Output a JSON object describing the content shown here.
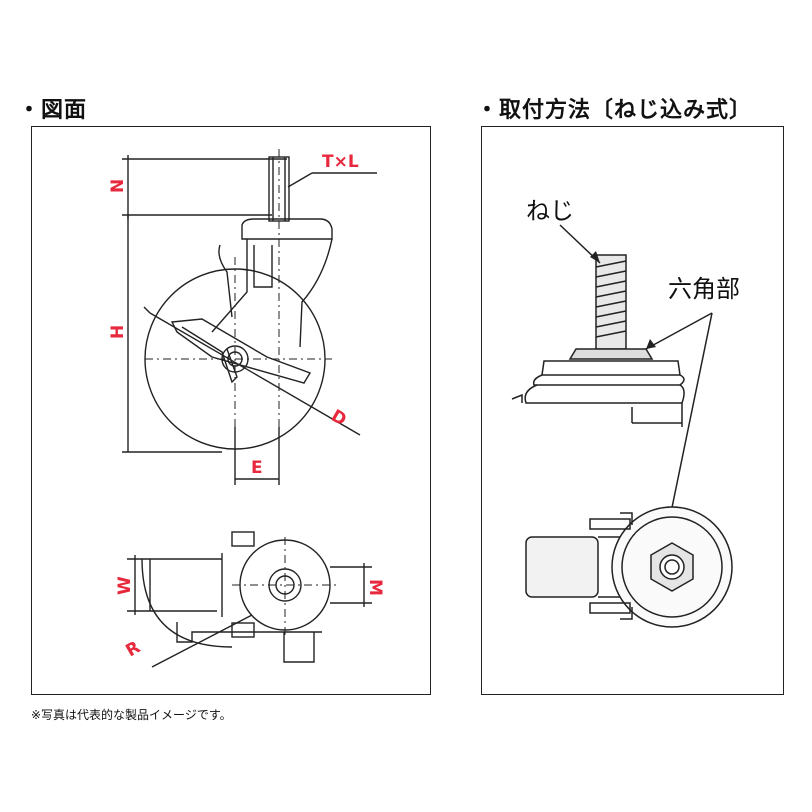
{
  "headings": {
    "drawing": "・図面",
    "mounting": "・取付方法〔ねじ込み式〕"
  },
  "dimension_labels": {
    "txl": "T×L",
    "n": "N",
    "h": "H",
    "d": "D",
    "e": "E",
    "w": "W",
    "m": "M",
    "r": "R"
  },
  "callouts": {
    "screw": "ねじ",
    "hex_part": "六角部"
  },
  "footnote": "※写真は代表的な製品イメージです。",
  "colors": {
    "dimension_label": "#e8283c",
    "line": "#222222",
    "background": "#ffffff"
  }
}
